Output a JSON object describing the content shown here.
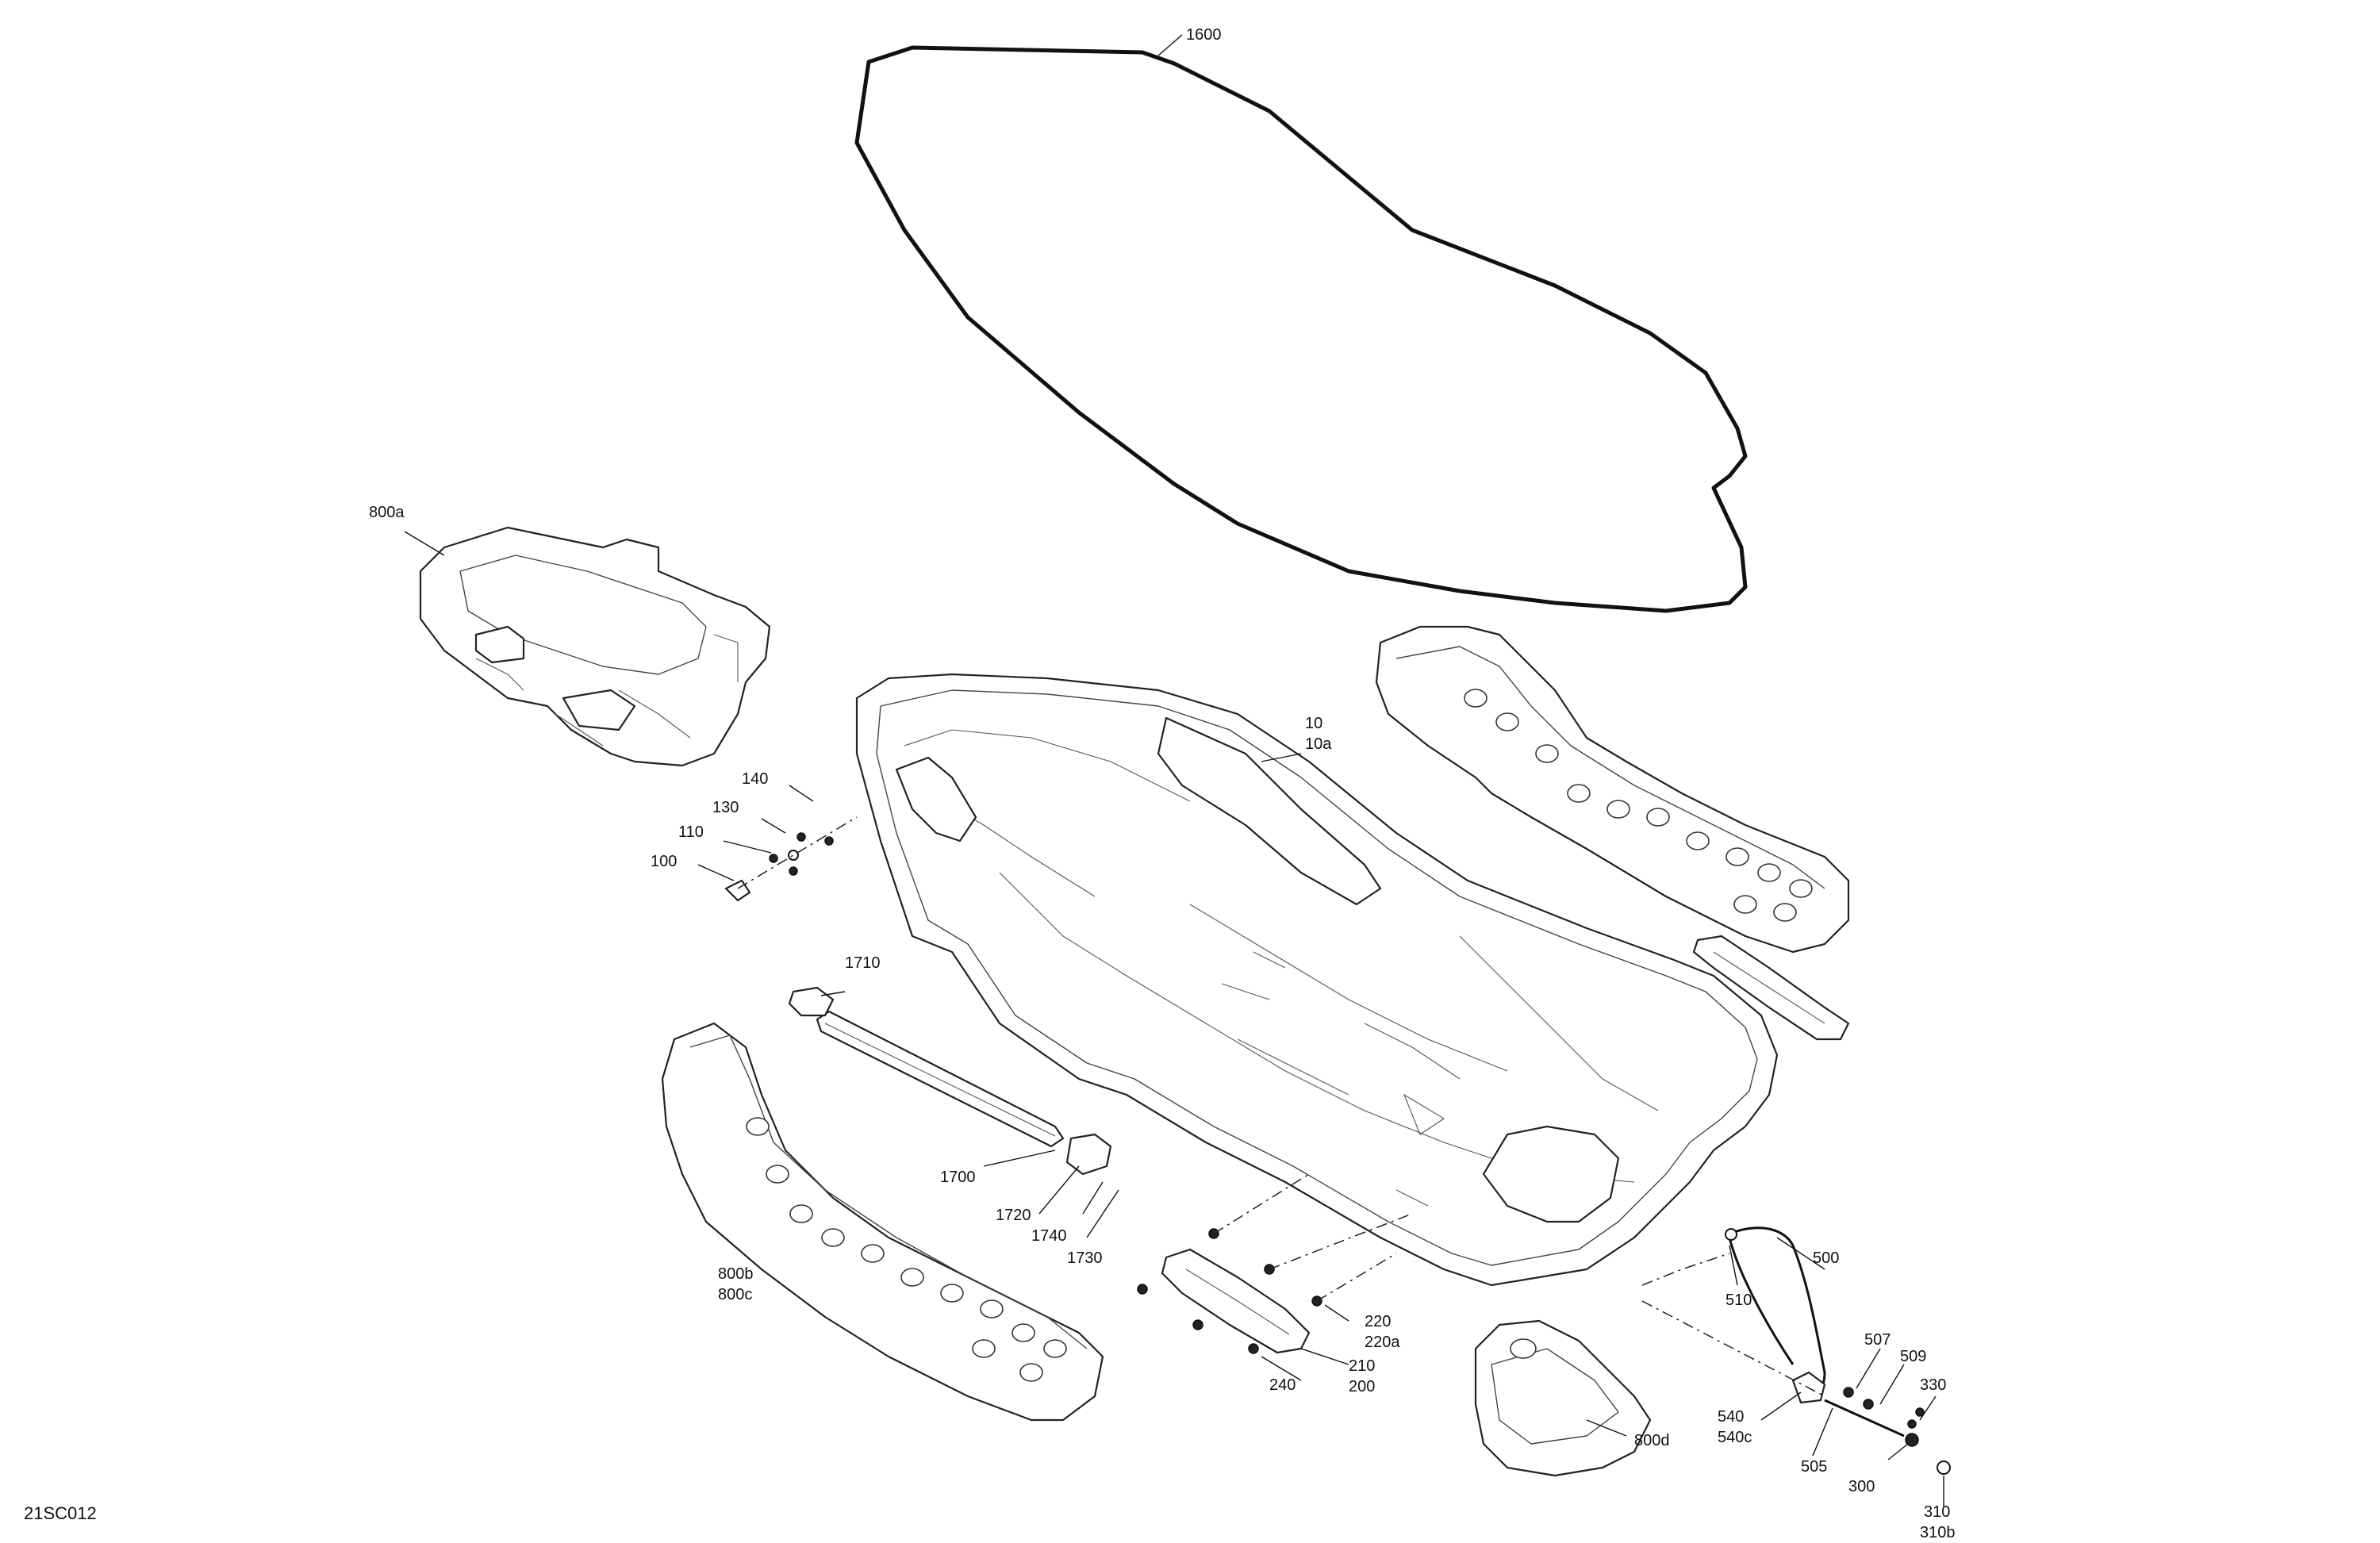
{
  "diagram_code": "21SC012",
  "callouts": {
    "c1600": "1600",
    "c800a": "800a",
    "c10": "10",
    "c10a": "10a",
    "c140": "140",
    "c130": "130",
    "c110": "110",
    "c100": "100",
    "c1710": "1710",
    "c1700": "1700",
    "c1720": "1720",
    "c1740": "1740",
    "c1730": "1730",
    "c800b": "800b",
    "c800c": "800c",
    "c500": "500",
    "c510": "510",
    "c507": "507",
    "c509": "509",
    "c330": "330",
    "c540": "540",
    "c540c": "540c",
    "c505": "505",
    "c300": "300",
    "c310": "310",
    "c310b": "310b",
    "c220": "220",
    "c220a": "220a",
    "c210": "210",
    "c200": "200",
    "c240": "240",
    "c800d": "800d"
  }
}
